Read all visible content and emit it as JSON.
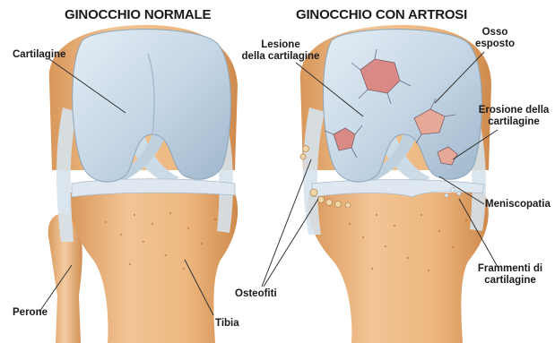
{
  "titles": {
    "normal": "GINOCCHIO NORMALE",
    "arthritic": "GINOCCHIO CON ARTROSI"
  },
  "labels": {
    "cartilagine": "Cartilagine",
    "perone": "Perone",
    "tibia": "Tibia",
    "lesione_1": "Lesione",
    "lesione_2": "della cartilagine",
    "osso_1": "Osso",
    "osso_2": "esposto",
    "erosione_1": "Erosione della",
    "erosione_2": "cartilagine",
    "meniscopatia": "Meniscopatia",
    "frammenti_1": "Frammenti di",
    "frammenti_2": "cartilagine",
    "osteofiti": "Osteofiti"
  },
  "colors": {
    "cartilage": "#c9d9e8",
    "bone": "#e9b27a",
    "ligament": "#d8e3ec",
    "lesion": "#d98a86"
  }
}
